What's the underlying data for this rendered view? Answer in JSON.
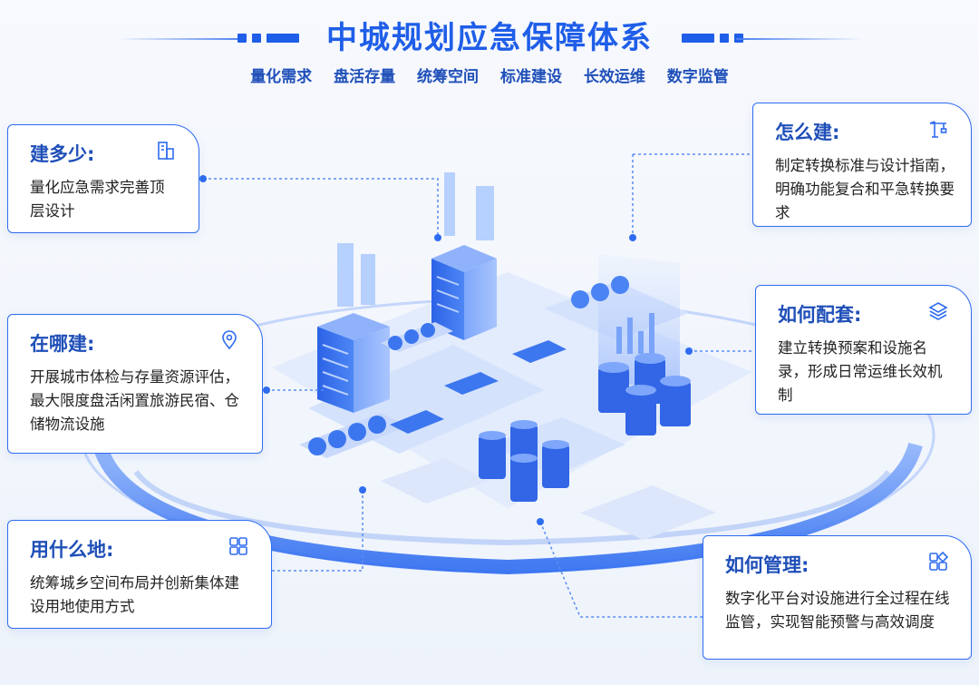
{
  "title": "中城规划应急保障体系",
  "subtitle": [
    "量化需求",
    "盘活存量",
    "统筹空间",
    "标准建设",
    "长效运维",
    "数字监管"
  ],
  "cards": {
    "how_much": {
      "heading": "建多少:",
      "text": "量化应急需求完善顶层设计",
      "icon": "building-icon"
    },
    "where": {
      "heading": "在哪建:",
      "text": "开展城市体检与存量资源评估，最大限度盘活闲置旅游民宿、仓储物流设施",
      "icon": "location-pin-icon"
    },
    "what_land": {
      "heading": "用什么地:",
      "text": "统筹城乡空间布局并创新集体建设用地使用方式",
      "icon": "grid-icon"
    },
    "how_build": {
      "heading": "怎么建:",
      "text": "制定转换标准与设计指南，明确功能复合和平急转换要求",
      "icon": "crane-icon"
    },
    "how_support": {
      "heading": "如何配套:",
      "text": "建立转换预案和设施名录，形成日常运维长效机制",
      "icon": "layers-icon"
    },
    "how_manage": {
      "heading": "如何管理:",
      "text": "数字化平台对设施进行全过程在线监管，实现智能预警与高效调度",
      "icon": "dashboard-grid-icon"
    }
  },
  "colors": {
    "accent": "#1f5ee8",
    "border": "#2e6cf0",
    "light": "#c9dafc"
  }
}
